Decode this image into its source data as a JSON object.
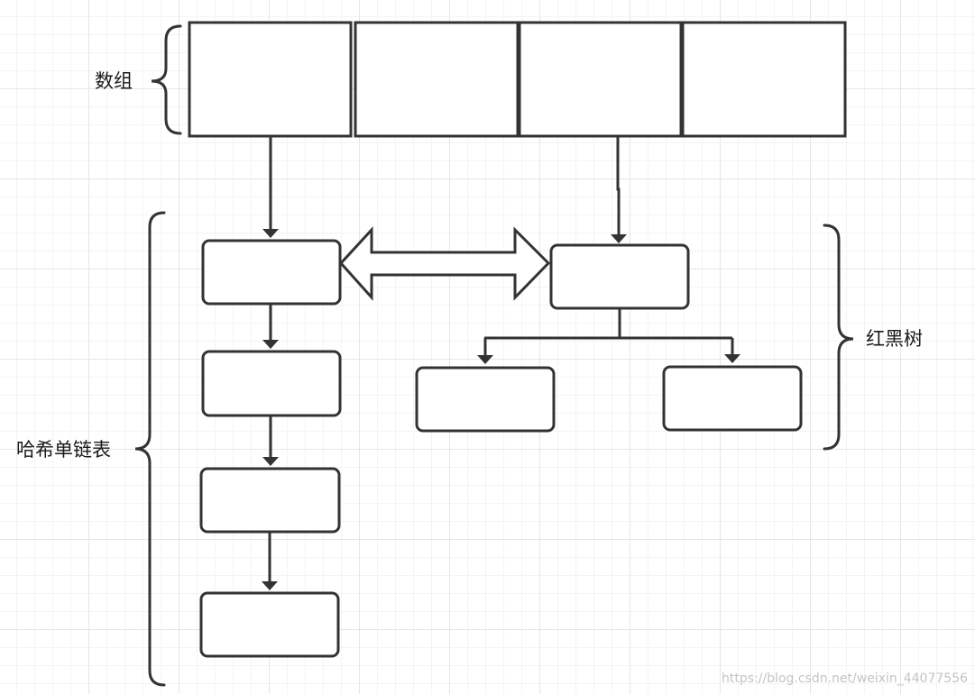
{
  "labels": {
    "array": "数组",
    "hash_list": "哈希单链表",
    "rb_tree": "红黑树"
  },
  "watermark": "https://blog.csdn.net/weixin_44077556",
  "colors": {
    "stroke": "#333333",
    "fill": "#ffffff",
    "grid": "#e6e6e6"
  }
}
